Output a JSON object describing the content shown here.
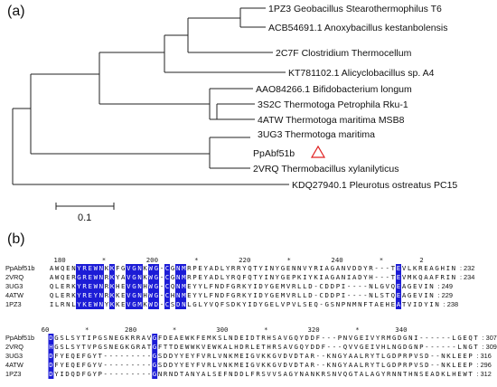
{
  "panel_a": {
    "label": "(a)",
    "taxa": [
      {
        "label": "1PZ3 Geobacillus Stearothermophilus T6"
      },
      {
        "label": "ACB54691.1 Anoxybacillus kestanbolensis"
      },
      {
        "label": "2C7F Clostridium Thermocellum"
      },
      {
        "label": "KT781102.1 Alicyclobacillus sp. A4"
      },
      {
        "label": "AAO84266.1 Bifidobacterium longum"
      },
      {
        "label": "3S2C Thermotoga Petrophila Rku-1"
      },
      {
        "label": "4ATW Thermotoga maritima MSB8"
      },
      {
        "label": "3UG3 Thermotoga maritima"
      },
      {
        "label": "PpAbf51b",
        "marker": "red-triangle"
      },
      {
        "label": "2VRQ Thermobacillus xylanilyticus"
      },
      {
        "label": "KDQ27940.1 Pleurotus ostreatus PC15"
      }
    ],
    "scale_bar": "0.1",
    "marker_color": "#e02020"
  },
  "panel_b": {
    "label": "(b)",
    "block1": {
      "ruler": "            180         *          200         *          220         *          240         *         2",
      "rows": [
        {
          "name": "PpAbf51b",
          "seq": "AWQENYREWNKKFGVGNKWG-CGNMRPEYADLYRRYQTYINYGENNVYRIAGANVDDYR---TEVLKREAGHIN",
          "end": ": 232"
        },
        {
          "name": "2VRQ",
          "seq": "AWQERGREWNRKYAVGNKWG-CGNMRPEYADLYRQFQTYINYGEPKIYKIAGANIADYH---TEVMKQAAFRIN",
          "end": ": 234"
        },
        {
          "name": "3UG3",
          "seq": "QLERKYREWNRKHEVGNHWG-CQNMEYYLFNDFGRKYIDYGEMVRLLD-CDDPI----NLGVQEAGEVIN",
          "end": ": 249"
        },
        {
          "name": "4ATW",
          "seq": "QLERKYREYNRKKEVGNHWG-CHNMEYYLFNDFGRKYIDYGEMVRLLD-CDDPI----NLSTQEAGEVIN",
          "end": ": 229"
        },
        {
          "name": "1PZ3",
          "seq": "ILRNLYKEWNYKKEVGMKWD-CSDNLGLYVQFSDKYIDYGELVPVLSEQ-GSNPNMNFTAEHEATVIDYIN",
          "end": ": 238"
        }
      ]
    },
    "block2": {
      "ruler": "         60         *         280         *          300         *          320         *         340",
      "rows": [
        {
          "name": "PpAbf51b",
          "seq": "DGSLSYTIPGSNEGKRRAVGFDEAEWKFEMKSLNDEIDTRHSAVGQYDDF---PNVGEIVYRMGDGNI------LGEQT",
          "end": ": 307"
        },
        {
          "name": "2VRQ",
          "seq": "HGSLSYTVPGSNEGKGRATGFTTDEWWKVEWKALHDRLETHRSAVGQYDDF---QVVGEIVHLNGDGNP------LNGT",
          "end": ": 309"
        },
        {
          "name": "3UG3",
          "seq": "DFYEQEFGYT---------GSDDYYEYFVRLVNKMEIGVKKGVDVDTAR--KNGYAALRYTLGDPRPVSD--NKLEEP",
          "end": ": 316"
        },
        {
          "name": "4ATW",
          "seq": "DFYEQEFGYV---------GSDDYYEYFVRLVNKMEIGVKKGVDVDTAR--KNGYAALRYTLGDPRPVSD--NKLEEP",
          "end": ": 296"
        },
        {
          "name": "1PZ3",
          "seq": "DYIDQDFGYP---------GNRNDTANYALSEFNDDLFRSVVSAGYNANKRSNVQGTALAGYRNNTHNSEADKLHEWT",
          "end": ": 312"
        }
      ]
    }
  }
}
